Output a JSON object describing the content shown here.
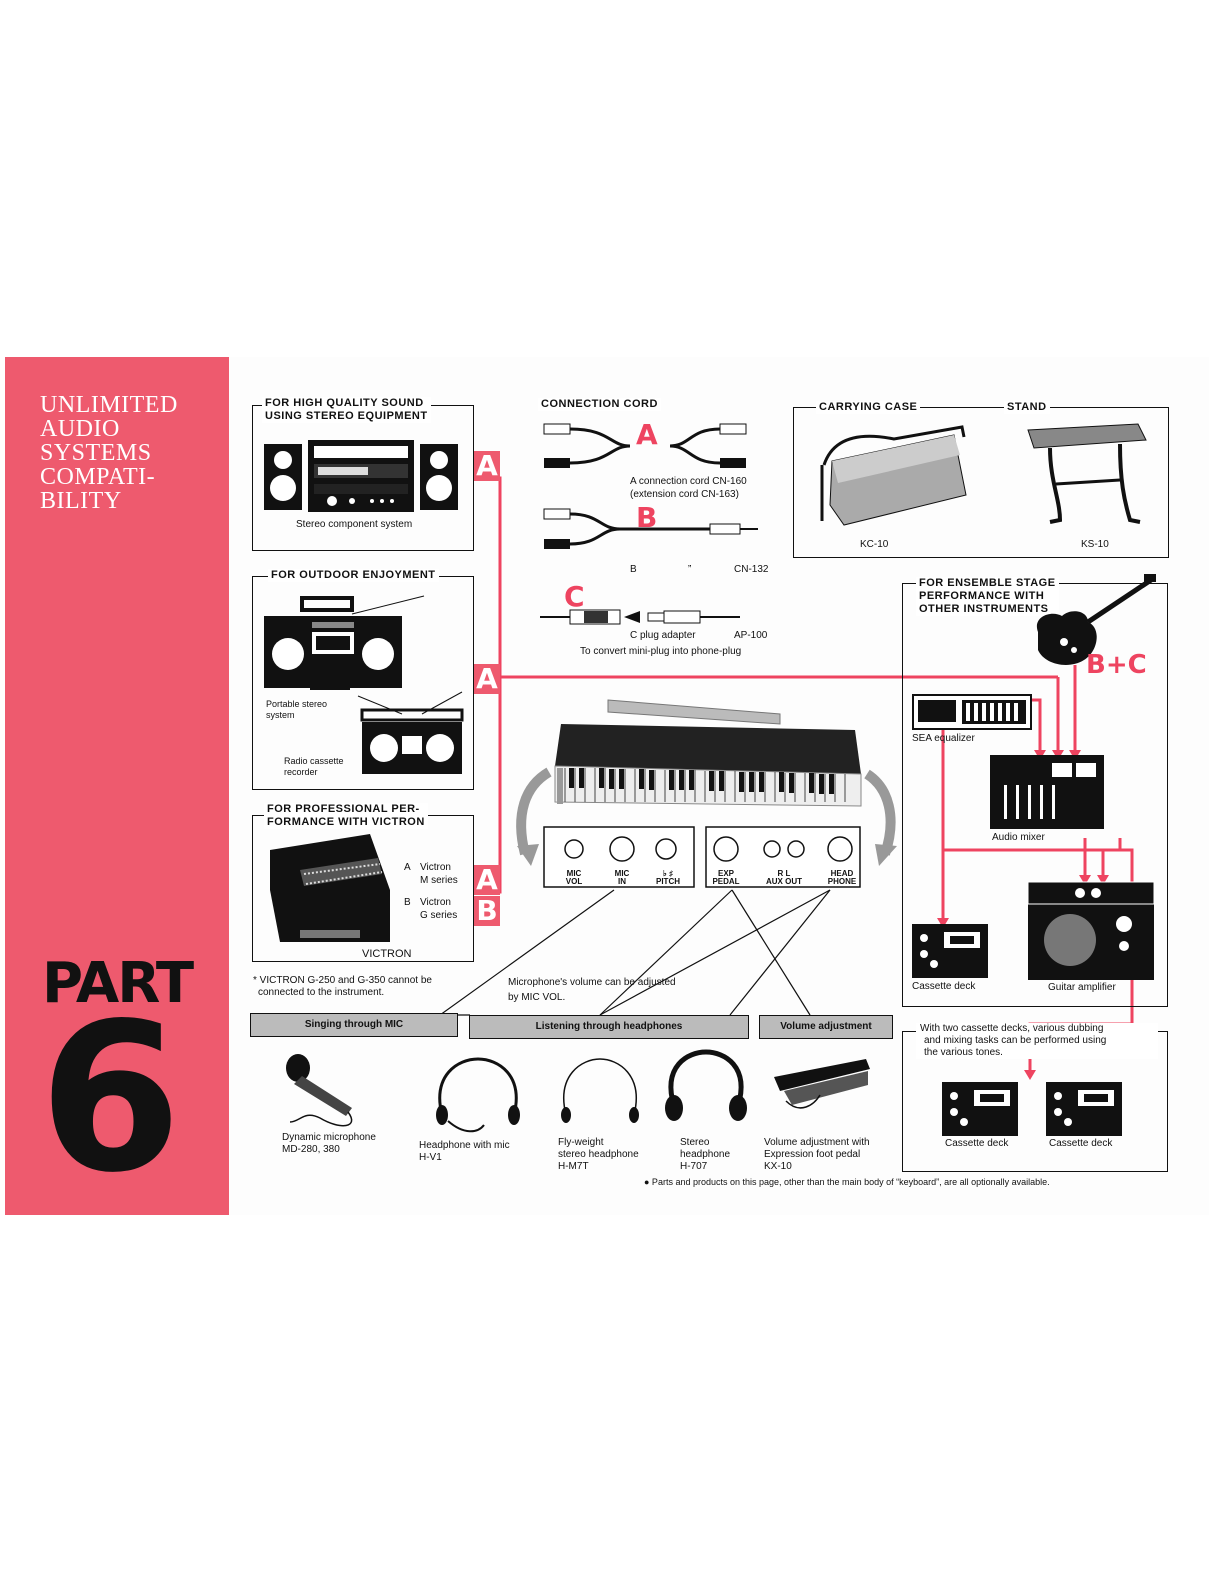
{
  "sidebar": {
    "title_lines": [
      "UNLIMITED",
      "AUDIO",
      "SYSTEMS",
      "COMPATI-",
      "BILITY"
    ],
    "part_word": "PART",
    "part_number": "6"
  },
  "sections": {
    "stereo": {
      "header_line1": "FOR HIGH QUALITY SOUND",
      "header_line2": "USING STEREO EQUIPMENT",
      "caption": "Stereo component system"
    },
    "outdoor": {
      "header": "FOR OUTDOOR ENJOYMENT",
      "caption1": "Portable stereo system",
      "caption2": "Radio cassette recorder"
    },
    "victron": {
      "header_line1": "FOR PROFESSIONAL PER-",
      "header_line2": "FORMANCE WITH VICTRON",
      "a_letter": "A",
      "a_line1": "Victron",
      "a_line2": "M series",
      "b_letter": "B",
      "b_line1": "Victron",
      "b_line2": "G series",
      "brand": "VICTRON",
      "note_line1": "* VICTRON G-250 and G-350 cannot be",
      "note_line2": "connected to the instrument."
    },
    "cords": {
      "header": "CONNECTION CORD",
      "a_line1": "A  connection cord CN-160",
      "a_line2": "(extension cord  CN-163)",
      "b_col1": "B",
      "b_col2": "”",
      "b_col3": "CN-132",
      "c_line1_a": "C  plug adapter",
      "c_line1_b": "AP-100",
      "c_line2": "To convert mini-plug into phone-plug"
    },
    "case_stand": {
      "case_header": "CARRYING CASE",
      "stand_header": "STAND",
      "case_model": "KC-10",
      "stand_model": "KS-10"
    },
    "ensemble": {
      "header_line1": "FOR ENSEMBLE STAGE",
      "header_line2": "PERFORMANCE WITH",
      "header_line3": "OTHER INSTRUMENTS",
      "bc_label": "B+C",
      "equalizer": "SEA equalizer",
      "mixer": "Audio mixer",
      "cassette": "Cassette deck",
      "amplifier": "Guitar amplifier"
    },
    "dubbing": {
      "text_line1": "With  two  cassette  decks,  various  dubbing",
      "text_line2": "and  mixing  tasks  can  be  performed  using",
      "text_line3": "the various tones.",
      "deck1": "Cassette deck",
      "deck2": "Cassette deck"
    }
  },
  "letters": {
    "a": "A",
    "b": "B",
    "c": "C"
  },
  "panel": {
    "left_jacks": [
      {
        "line1": "MIC",
        "line2": "VOL"
      },
      {
        "line1": "MIC",
        "line2": "IN"
      },
      {
        "line1": "♭   ♯",
        "line2": "PITCH"
      }
    ],
    "right_jacks": [
      {
        "line1": "EXP",
        "line2": "PEDAL"
      },
      {
        "line1": "R      L",
        "line2": "AUX  OUT"
      },
      {
        "line1": "HEAD",
        "line2": "PHONE"
      }
    ],
    "mic_note_line1": "Microphone's volume can be adjusted",
    "mic_note_line2": "by MIC VOL."
  },
  "bars": {
    "mic": "Singing through MIC",
    "headphones": "Listening through headphones",
    "volume": "Volume adjustment"
  },
  "accessories": [
    {
      "line1": "Dynamic microphone",
      "line2": "MD-280, 380",
      "line3": ""
    },
    {
      "line1": "Headphone with mic",
      "line2": "H-V1",
      "line3": ""
    },
    {
      "line1": "Fly-weight",
      "line2": "stereo headphone",
      "line3": "H-M7T"
    },
    {
      "line1": "Stereo",
      "line2": "headphone",
      "line3": "H-707"
    },
    {
      "line1": "Volume adjustment with",
      "line2": "Expression foot pedal",
      "line3": "KX-10"
    }
  ],
  "footnote": "● Parts and products on this page, other than the main body of “keyboard”, are all optionally available.",
  "colors": {
    "accent": "#ee5a6e",
    "accent_line": "#ee4460",
    "ink": "#111111",
    "bar_gray": "#bbbbbb"
  }
}
